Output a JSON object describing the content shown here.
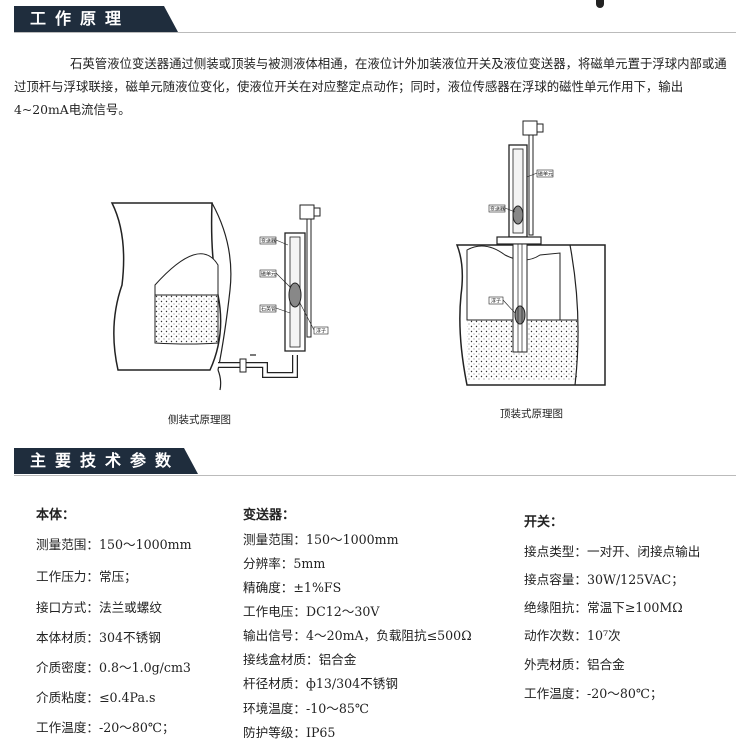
{
  "section1": {
    "title": "工作原理"
  },
  "intro": "石英管液位变送器通过侧装或顶装与被测液体相通，在液位计外加装液位开关及液位变送器，将磁单元置于浮球内部或通过顶杆与浮球联接，磁单元随液位变化，使液位开关在对应整定点动作；同时，液位传感器在浮球的磁性单元作用下，输出4~20mA电流信号。",
  "diagram_side": {
    "caption": "侧装式原理图",
    "labels": [
      "变送器",
      "磁单元",
      "石英管",
      "浮子"
    ]
  },
  "diagram_top": {
    "caption": "顶装式原理图",
    "labels": [
      "磁单元",
      "变送器",
      "浮子"
    ]
  },
  "section2": {
    "title": "主要技术参数"
  },
  "body_spec": {
    "heading": "本体：",
    "rows": [
      "测量范围：150～1000mm",
      "工作压力：常压；",
      "接口方式：法兰或螺纹",
      "本体材质：304不锈钢",
      "介质密度：0.8～1.0g/cm3",
      "介质粘度：≤0.4Pa.s",
      "工作温度：-20～80℃；"
    ]
  },
  "transmitter_spec": {
    "heading": "变送器：",
    "rows": [
      "测量范围：150～1000mm",
      "分辨率：5mm",
      "精确度：±1%FS",
      "工作电压：DC12～30V",
      "输出信号：4～20mA，负载阻抗≤500Ω",
      "接线盒材质：铝合金",
      "杆径材质：ф13/304不锈钢",
      "环境温度：-10～85℃",
      "防护等级：IP65"
    ]
  },
  "switch_spec": {
    "heading": "开关：",
    "rows": [
      "接点类型：一对开、闭接点输出",
      "接点容量：30W/125VAC；",
      "绝缘阻抗：常温下≥100MΩ",
      "动作次数：10⁷次",
      "外壳材质：铝合金",
      "工作温度：-20～80℃；"
    ]
  }
}
